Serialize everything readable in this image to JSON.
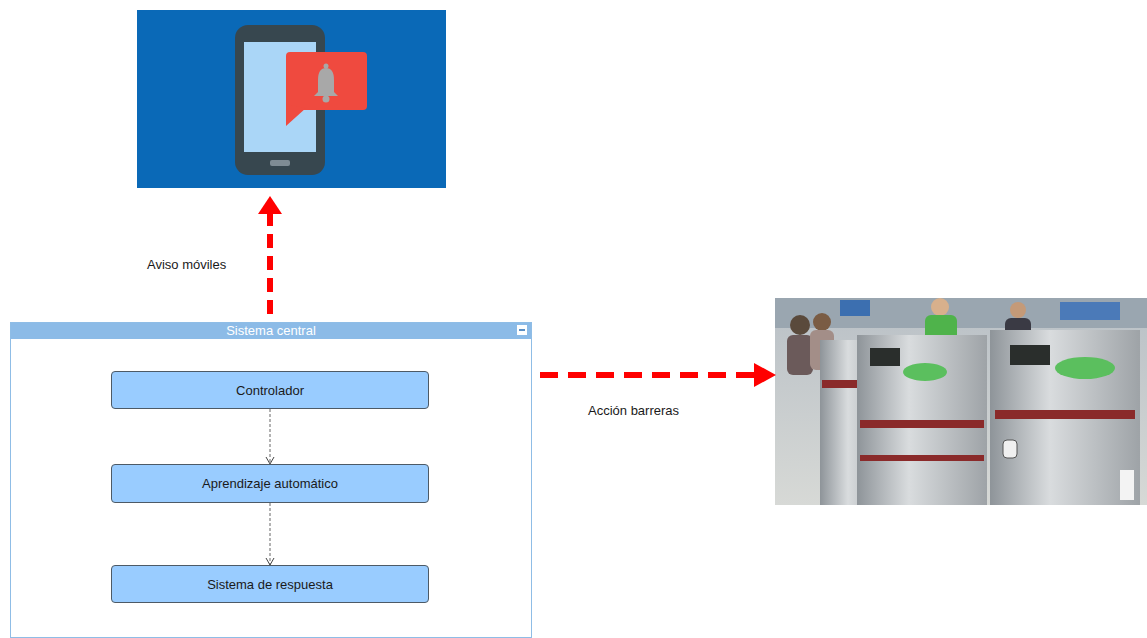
{
  "diagram": {
    "nodes": [
      {
        "text": [
          "Sistema central"
        ]
      },
      {
        "text": [
          "Controlador"
        ],
        "in": 0
      },
      {
        "text": [
          "Aprendizaje automático"
        ],
        "in": 0
      },
      {
        "text": [
          "Sistema de respuesta"
        ],
        "in": 0
      }
    ],
    "edges": [
      {
        "from": 1,
        "to": 2,
        "arrow": "to"
      },
      {
        "from": 2,
        "to": 3,
        "arrow": "to"
      }
    ],
    "labels": [
      "Aviso móviles",
      "Acción barreras"
    ]
  }
}
